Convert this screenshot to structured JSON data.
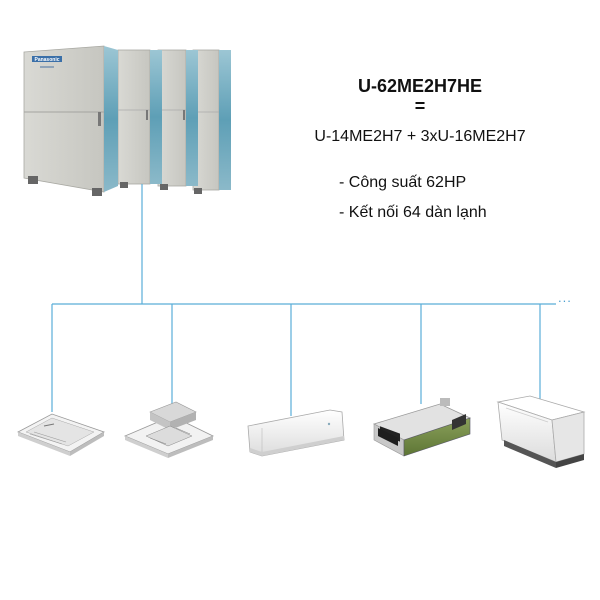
{
  "brand": {
    "logo_text": "Panasonic",
    "pipe_color": "#5aaed8"
  },
  "outdoor_unit": {
    "model": "U-62ME2H7HE",
    "equals": "=",
    "combination": "U-14ME2H7 + 3xU-16ME2H7",
    "module_count": 4
  },
  "specs": [
    "- Công suất 62HP",
    "- Kết nối 64 dàn lạnh"
  ],
  "network": {
    "continuation": "..."
  },
  "indoor_units": [
    {
      "type": "1-way-cassette",
      "icon": "one-way-cassette-icon"
    },
    {
      "type": "4-way-cassette",
      "icon": "four-way-cassette-icon"
    },
    {
      "type": "wall-mounted",
      "icon": "wall-mounted-unit-icon"
    },
    {
      "type": "ducted",
      "icon": "ducted-unit-icon"
    },
    {
      "type": "floor-standing",
      "icon": "floor-standing-unit-icon"
    }
  ]
}
